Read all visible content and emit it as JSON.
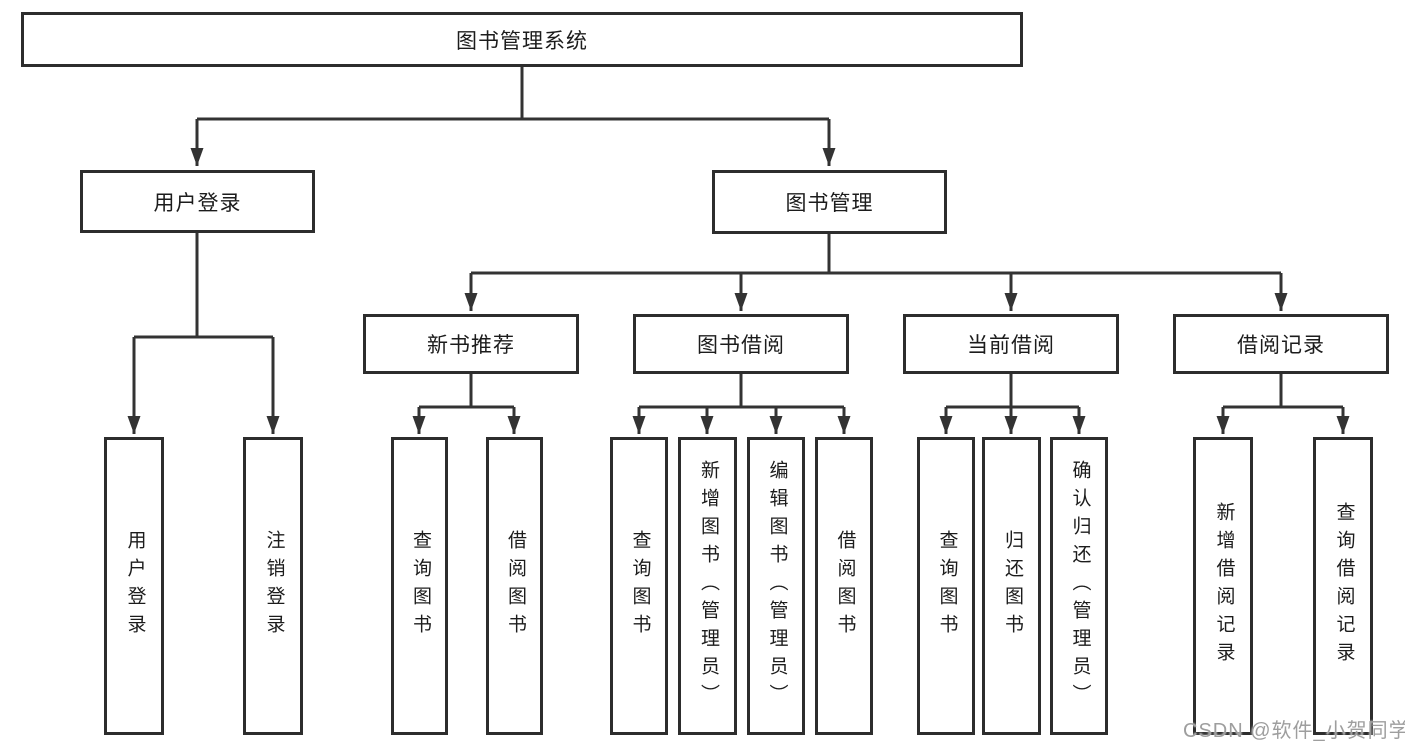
{
  "tree": {
    "label": "图书管理系统",
    "children": [
      {
        "label": "用户登录",
        "children": [
          {
            "label": "用户登录"
          },
          {
            "label": "注销登录"
          }
        ]
      },
      {
        "label": "图书管理",
        "children": [
          {
            "label": "新书推荐",
            "children": [
              {
                "label": "查询图书"
              },
              {
                "label": "借阅图书"
              }
            ]
          },
          {
            "label": "图书借阅",
            "children": [
              {
                "label": "查询图书"
              },
              {
                "label": "新增图书（管理员）"
              },
              {
                "label": "编辑图书（管理员）"
              },
              {
                "label": "借阅图书"
              }
            ]
          },
          {
            "label": "当前借阅",
            "children": [
              {
                "label": "查询图书"
              },
              {
                "label": "归还图书"
              },
              {
                "label": "确认归还（管理员）"
              }
            ]
          },
          {
            "label": "借阅记录",
            "children": [
              {
                "label": "新增借阅记录"
              },
              {
                "label": "查询借阅记录"
              }
            ]
          }
        ]
      }
    ]
  },
  "watermark": {
    "text": "CSDN @软件_小贺同学"
  },
  "colors": {
    "line": "#333333",
    "box_border": "#2d2d2d",
    "box_fill": "#ffffff",
    "text": "#1c1c1c",
    "watermark_text": "#9e9e9e",
    "background": "#ffffff"
  }
}
